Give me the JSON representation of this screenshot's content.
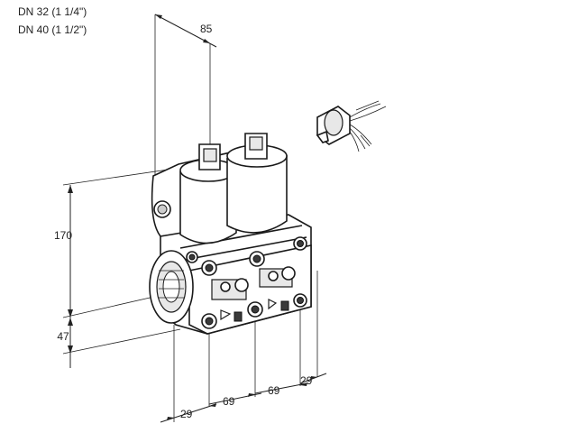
{
  "header": {
    "line1": "DN 32 (1 1/4\")",
    "line2": "DN 40 (1 1/2\")"
  },
  "dimensions": {
    "top_width": "85",
    "height_upper": "170",
    "height_lower": "47",
    "bottom_a": "29",
    "bottom_b": "69",
    "bottom_c": "69",
    "bottom_d": "29"
  },
  "colors": {
    "line": "#222222",
    "fill_light": "#e8e8e8",
    "fill_dark": "#3a3a3a"
  }
}
